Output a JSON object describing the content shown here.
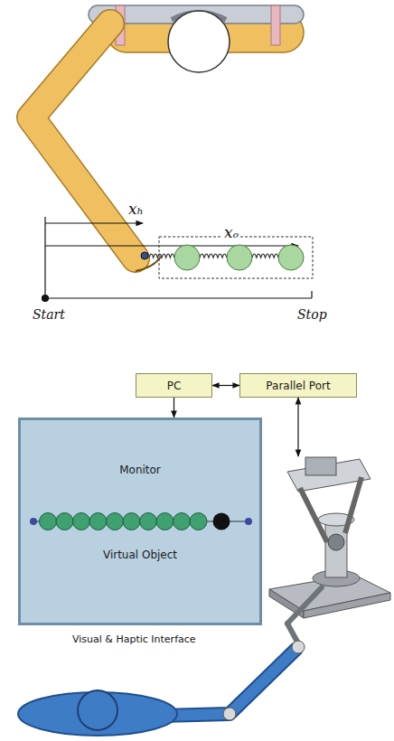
{
  "diagram": {
    "nodes": [
      {
        "text": [
          "PC"
        ]
      },
      {
        "text": [
          "Parallel Port"
        ]
      },
      {
        "text": [
          "Monitor",
          "Virtual Object"
        ]
      }
    ],
    "edges": [
      {
        "from": 0,
        "to": 1,
        "arrow": "both"
      },
      {
        "from": 0,
        "to": 2,
        "arrow": "to"
      }
    ],
    "labels": [
      "xₕ",
      "xₒ",
      "Start",
      "Stop",
      "Visual & Haptic Interface"
    ]
  }
}
